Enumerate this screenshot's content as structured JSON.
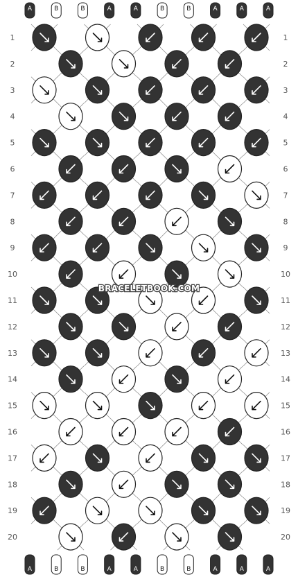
{
  "watermark": "BRACELETBOOK.COM",
  "strings": [
    "A",
    "B",
    "B",
    "A",
    "A",
    "B",
    "B",
    "A",
    "A",
    "A"
  ],
  "string_colors": {
    "A": "#333333",
    "B": "#ffffff"
  },
  "row_numbers": [
    "1",
    "2",
    "3",
    "4",
    "5",
    "6",
    "7",
    "8",
    "9",
    "10",
    "11",
    "12",
    "13",
    "14",
    "15",
    "16",
    "17",
    "18",
    "19",
    "20"
  ],
  "knots": [
    [
      "A:se",
      "B:se",
      "A:sw",
      "A:sw",
      "A:sw"
    ],
    [
      "A:se",
      "B:se",
      "A:sw",
      "A:sw"
    ],
    [
      "B:se",
      "A:se",
      "A:sw",
      "A:sw",
      "A:sw"
    ],
    [
      "B:se",
      "A:se",
      "A:sw",
      "A:sw"
    ],
    [
      "A:se",
      "A:se",
      "A:sw",
      "A:sw",
      "A:sw"
    ],
    [
      "A:sw",
      "A:sw",
      "A:se",
      "B:sw"
    ],
    [
      "A:sw",
      "A:sw",
      "A:sw",
      "A:se",
      "B:se"
    ],
    [
      "A:sw",
      "A:sw",
      "B:sw",
      "A:se"
    ],
    [
      "A:sw",
      "A:sw",
      "A:se",
      "B:se",
      "A:se"
    ],
    [
      "A:sw",
      "B:sw",
      "A:se",
      "B:se"
    ],
    [
      "A:se",
      "A:se",
      "B:se",
      "B:sw",
      "A:se"
    ],
    [
      "A:se",
      "A:se",
      "B:sw",
      "A:sw"
    ],
    [
      "A:se",
      "A:se",
      "B:sw",
      "A:sw",
      "B:sw"
    ],
    [
      "A:se",
      "B:sw",
      "A:se",
      "B:sw"
    ],
    [
      "B:se",
      "B:se",
      "A:se",
      "B:sw",
      "B:sw"
    ],
    [
      "B:sw",
      "B:sw",
      "B:sw",
      "A:sw"
    ],
    [
      "B:sw",
      "A:se",
      "B:sw",
      "A:se",
      "A:se"
    ],
    [
      "A:se",
      "B:sw",
      "A:se",
      "A:se"
    ],
    [
      "A:sw",
      "B:se",
      "B:se",
      "A:se",
      "A:se"
    ],
    [
      "B:se",
      "A:sw",
      "B:se",
      "A:se"
    ]
  ]
}
